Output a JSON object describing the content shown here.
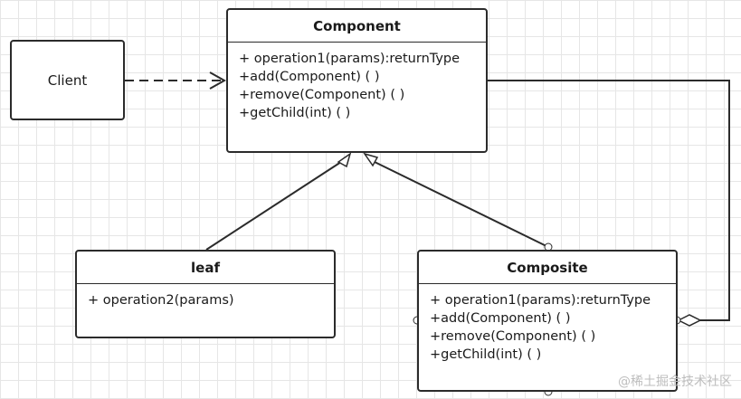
{
  "client": {
    "label": "Client"
  },
  "component": {
    "name": "Component",
    "members": [
      "+ operation1(params):returnType",
      "+add(Component) ( )",
      "+remove(Component) ( )",
      "+getChild(int) ( )"
    ]
  },
  "leaf": {
    "name": "leaf",
    "members": [
      "+ operation2(params)"
    ]
  },
  "composite": {
    "name": "Composite",
    "members": [
      "+ operation1(params):returnType",
      "+add(Component) ( )",
      "+remove(Component) ( )",
      "+getChild(int) ( )"
    ]
  },
  "watermark": "@稀土掘金技术社区",
  "colors": {
    "line": "#2b2b2b",
    "grid": "#e6e6e6",
    "watermark": "#bdbdbd"
  }
}
